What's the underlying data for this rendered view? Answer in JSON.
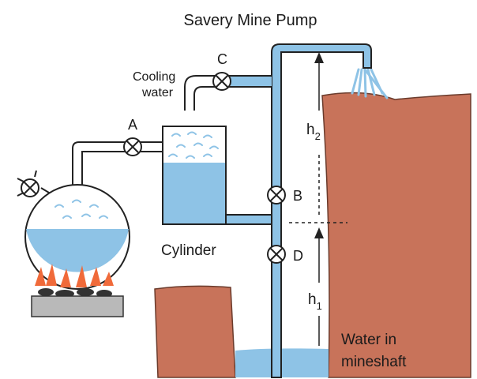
{
  "title": "Savery Mine Pump",
  "labels": {
    "cooling_line1": "Cooling",
    "cooling_line2": "water",
    "valve_a": "A",
    "valve_b": "B",
    "valve_c": "C",
    "valve_d": "D",
    "cylinder": "Cylinder",
    "h2_main": "h",
    "h2_sub": "2",
    "h1_main": "h",
    "h1_sub": "1",
    "water_line1": "Water in",
    "water_line2": "mineshaft"
  },
  "colors": {
    "water": "#8ec3e6",
    "earth": "#c8735a",
    "flame": "#f06a3a",
    "pipe_outline": "#333333",
    "stand": "#b9b9b9"
  }
}
